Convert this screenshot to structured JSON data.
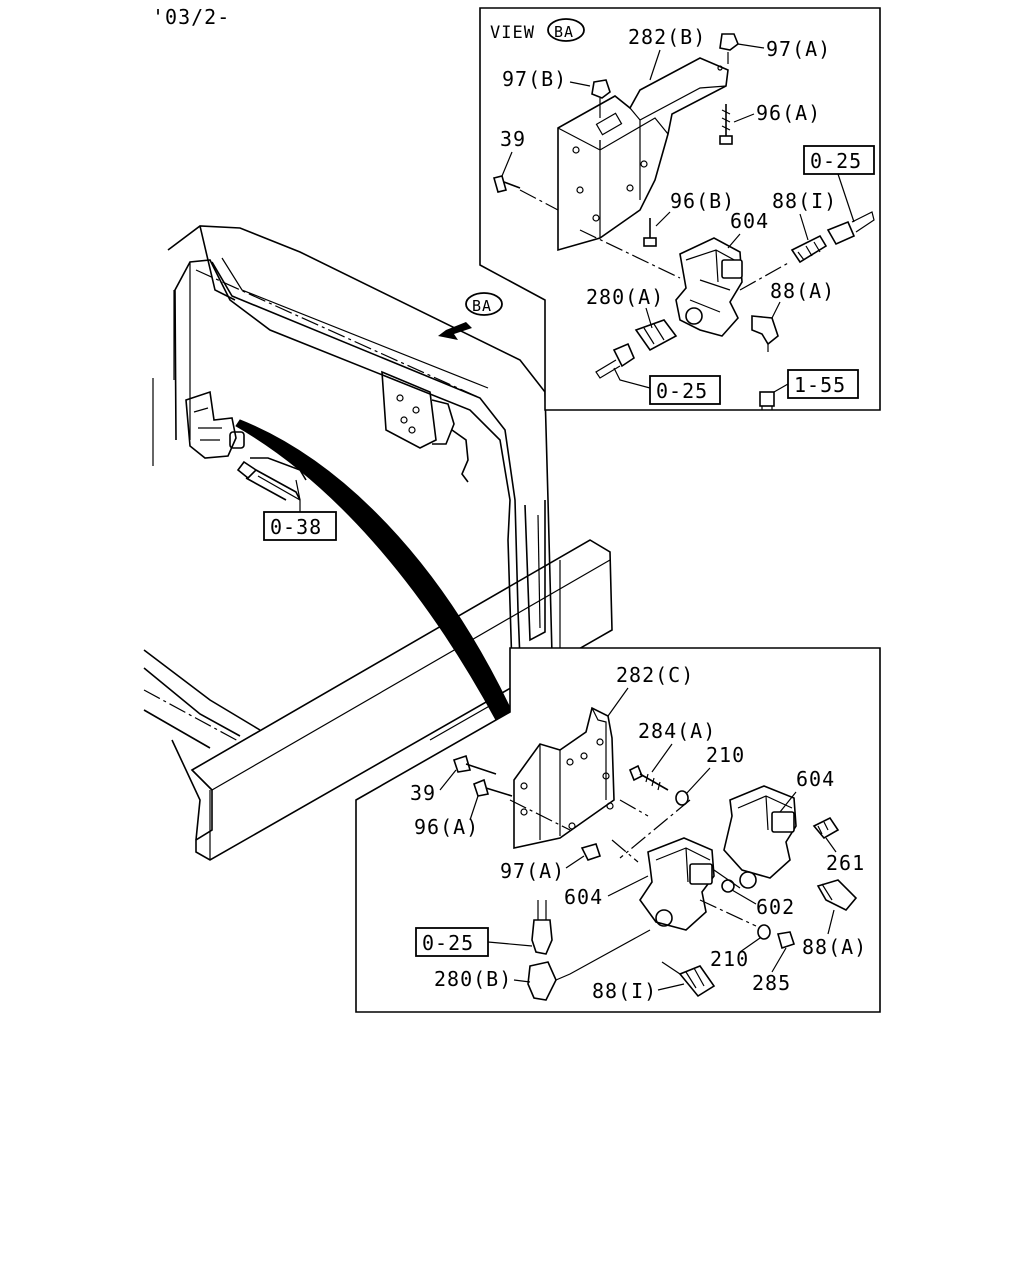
{
  "header": {
    "code": "'03/2-"
  },
  "view_ba": {
    "title": "VIEW",
    "tag": "BA",
    "labels": {
      "l282b": "282(B)",
      "l97a": "97(A)",
      "l97b": "97(B)",
      "l96a": "96(A)",
      "l39": "39",
      "l96b": "96(B)",
      "l604": "604",
      "l88i": "88(I)",
      "l025a": "0-25",
      "l280a": "280(A)",
      "l88a": "88(A)",
      "l025b": "0-25",
      "l155": "1-55"
    }
  },
  "overview": {
    "arrow_tag": "BA",
    "ref_038": "0-38"
  },
  "detail": {
    "labels": {
      "l282c": "282(C)",
      "l284a": "284(A)",
      "l210a": "210",
      "l604a": "604",
      "l39": "39",
      "l96a": "96(A)",
      "l261": "261",
      "l97a": "97(A)",
      "l604b": "604",
      "l602": "602",
      "l025": "0-25",
      "l88a": "88(A)",
      "l210b": "210",
      "l280b": "280(B)",
      "l285": "285",
      "l88i": "88(I)"
    }
  }
}
